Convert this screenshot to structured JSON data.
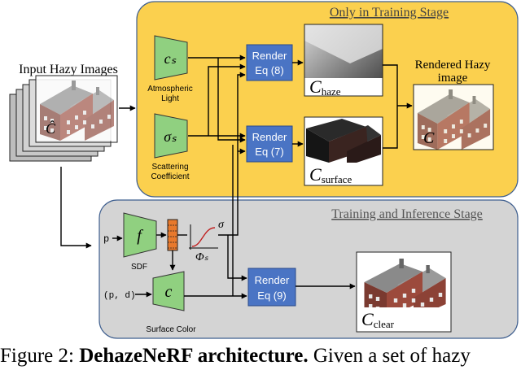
{
  "panels": {
    "training_title": "Only in Training Stage",
    "inference_title": "Training and Inference Stage"
  },
  "input": {
    "title": "Input Hazy Images",
    "symbol": "Ĉ"
  },
  "nodes": {
    "atmospheric": {
      "symbol": "cₛ",
      "label_line1": "Atmospheric",
      "label_line2": "Light"
    },
    "scattering": {
      "symbol": "σₛ",
      "label_line1": "Scattering",
      "label_line2": "Coefficient"
    },
    "sdf": {
      "symbol": "f",
      "label": "SDF"
    },
    "surface_color": {
      "symbol": "c",
      "label": "Surface Color"
    },
    "sigma_out": "σ",
    "phi": "Φₛ",
    "p_input": "p",
    "pd_input": "(p, d)"
  },
  "render_blocks": [
    {
      "line1": "Render",
      "line2": "Eq (8)"
    },
    {
      "line1": "Render",
      "line2": "Eq (7)"
    },
    {
      "line1": "Render",
      "line2": "Eq (9)"
    }
  ],
  "outputs": {
    "haze": {
      "main": "C",
      "sub": "haze"
    },
    "surface": {
      "main": "C",
      "sub": "surface"
    },
    "rendered": {
      "title_line1": "Rendered Hazy",
      "title_line2": "image",
      "symbol": "C"
    },
    "clear": {
      "main": "C",
      "sub": "clear"
    }
  },
  "caption": {
    "prefix": "Figure 2: ",
    "bold": "DehazeNeRF architecture.",
    "rest": " Given a set of hazy"
  },
  "colors": {
    "training_bg": "#fbd04e",
    "inference_bg": "#d4d4d4",
    "node_green": "#90d080",
    "render_blue": "#4a74c4",
    "sdf_orange": "#e8792c"
  }
}
